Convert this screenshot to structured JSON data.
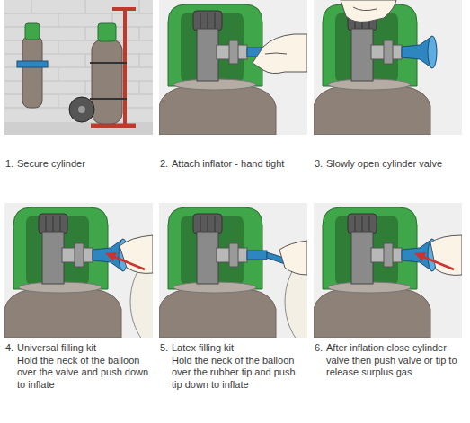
{
  "diagram": {
    "labels": [
      "1.",
      "Secure cylinder",
      "2.",
      "Attach inflator - hand tight",
      "3.",
      "Slowly open cylinder valve",
      "4.",
      "Universal filling kit",
      "Hold the neck of the balloon over the valve and push down to inflate",
      "5.",
      "Latex filling kit",
      "Hold the neck of the balloon over the rubber tip and push tip down to inflate",
      "6.",
      "After inflation close cylinder valve then push valve or tip to release surplus gas"
    ]
  }
}
